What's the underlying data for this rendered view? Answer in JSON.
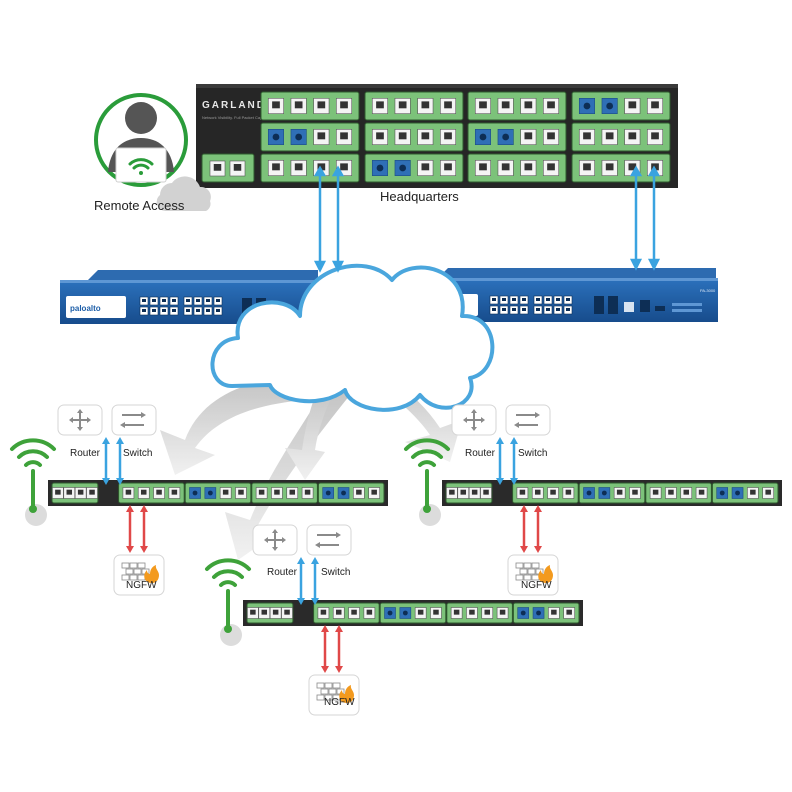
{
  "labels": {
    "remote_access": "Remote Access",
    "headquarters": "Headquarters",
    "router": "Router",
    "switch": "Switch",
    "ngfw": "NGFW"
  },
  "brand": {
    "hq_chassis": "GARLAND",
    "hq_tagline": "Network Visibility. Full Packet Capture",
    "firewall": "paloalto",
    "firewall_model": "PA-3000"
  },
  "colors": {
    "module_green": "#7cc27a",
    "chassis_dark": "#2b2b2b",
    "firewall_blue": "#1d5ea8",
    "link_blue": "#3aa3e0",
    "link_red": "#e04848",
    "wifi_green": "#3ea23a",
    "cloud_stroke": "#4aa6dd"
  },
  "icons": [
    "person-icon",
    "wifi-icon",
    "cloud-icon",
    "router-icon",
    "switch-icon",
    "firewall-icon"
  ]
}
